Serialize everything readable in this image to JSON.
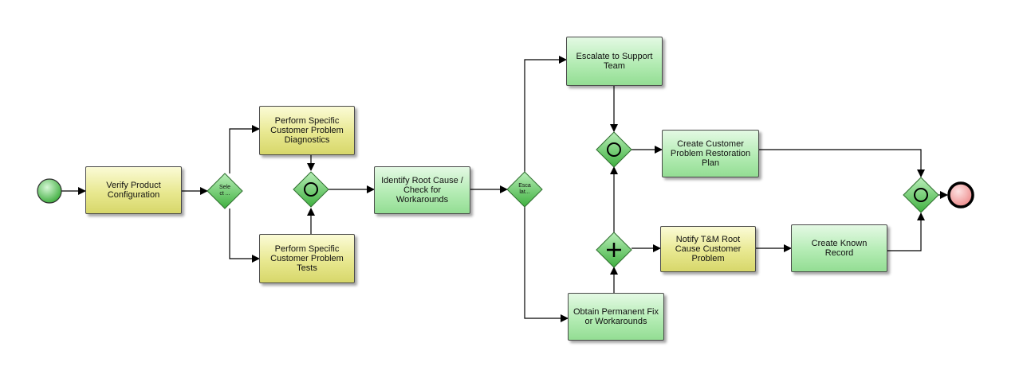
{
  "diagram": {
    "tasks": {
      "verify": "Verify Product Configuration",
      "diagnostics": "Perform Specific Customer Problem Diagnostics",
      "tests": "Perform Specific Customer Problem Tests",
      "identify": "Identify Root Cause / Check for Workarounds",
      "escalate": "Escalate to Support Team",
      "restoration": "Create Customer Problem Restoration Plan",
      "notify": "Notify T&M Root Cause Customer Problem",
      "known": "Create Known Record",
      "obtain": "Obtain Permanent Fix or Workarounds"
    },
    "gateways": {
      "select": "Sele\nct ...",
      "escalate": "Esca\nlat..."
    }
  },
  "colors": {
    "task_yellow": "#e8e890",
    "task_green": "#b4ecb4",
    "gateway_green": "#5cc85c",
    "start_event": "#5cc85c",
    "end_event": "#f4a6a6",
    "line": "#000000"
  }
}
